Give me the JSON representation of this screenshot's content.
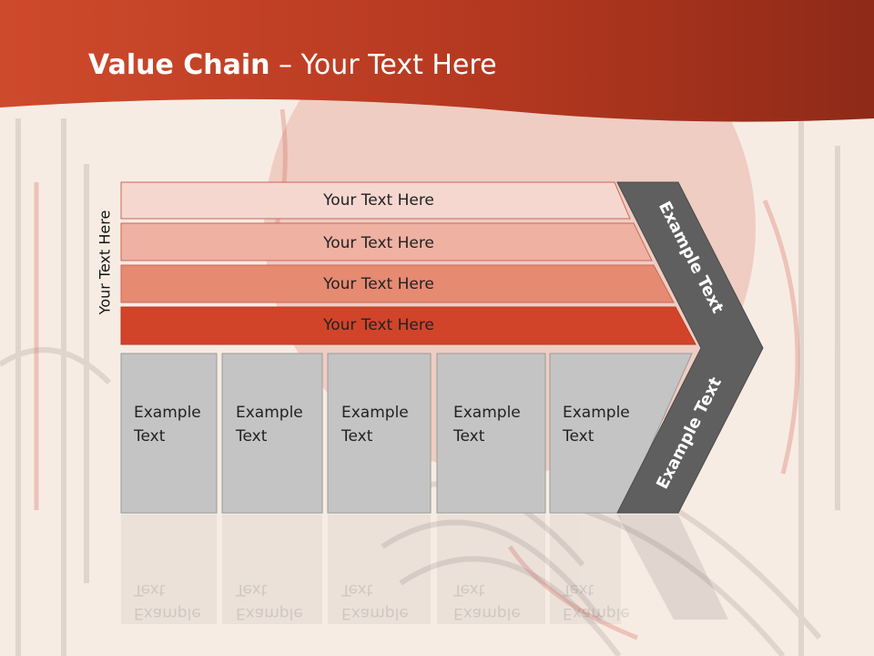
{
  "slide": {
    "title_bold": "Value Chain",
    "title_rest": " – Your Text Here",
    "side_label": "Your Text Here"
  },
  "bars": [
    {
      "label": "Your Text Here",
      "color": "#f5d7d0"
    },
    {
      "label": "Your Text Here",
      "color": "#efb1a2"
    },
    {
      "label": "Your Text Here",
      "color": "#e68a72"
    },
    {
      "label": "Your Text Here",
      "color": "#d2442a"
    }
  ],
  "columns": [
    {
      "line1": "Example",
      "line2": "Text"
    },
    {
      "line1": "Example",
      "line2": "Text"
    },
    {
      "line1": "Example",
      "line2": "Text"
    },
    {
      "line1": "Example",
      "line2": "Text"
    },
    {
      "line1": "Example",
      "line2": "Text"
    }
  ],
  "chevron": {
    "upper": "Example Text",
    "lower": "Example Text",
    "color": "#5f5f5f"
  },
  "colors": {
    "header": "#c2402a",
    "column_fill": "#c4c4c4"
  }
}
